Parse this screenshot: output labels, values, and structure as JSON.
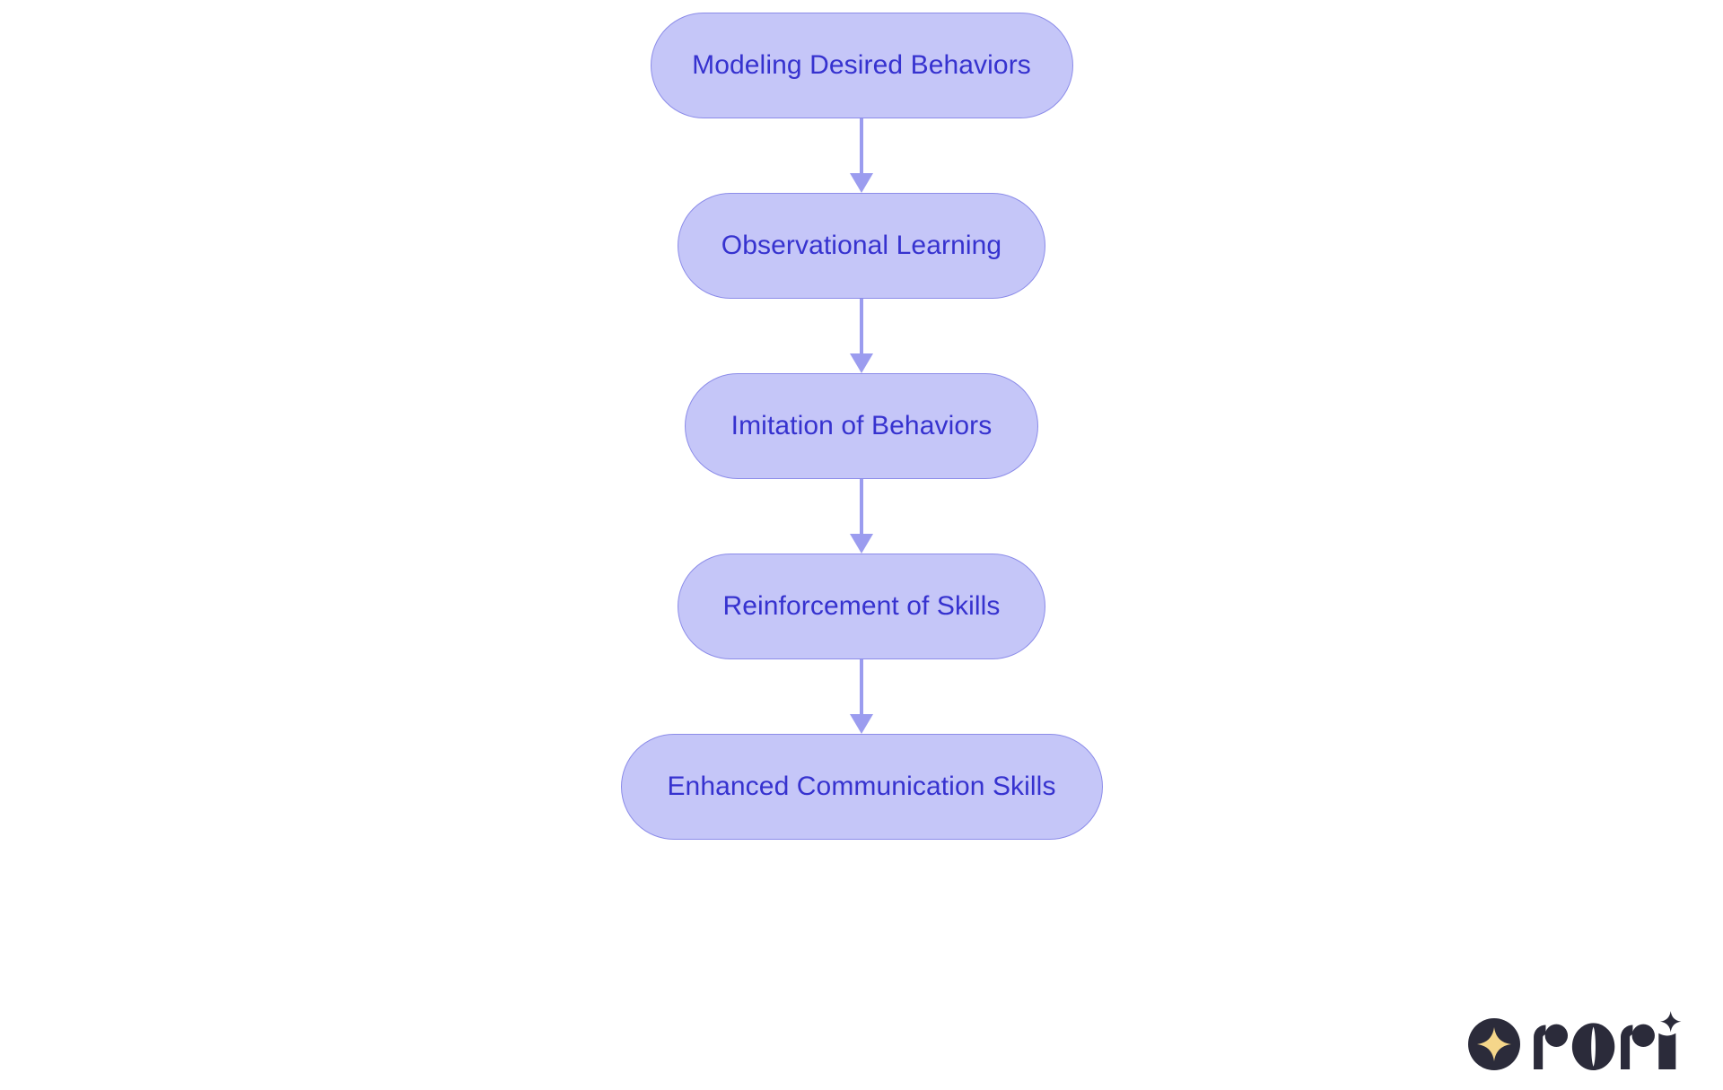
{
  "diagram": {
    "type": "flowchart",
    "orientation": "vertical-top-to-bottom",
    "title": "",
    "background_color": "#ffffff",
    "node_fill_color": "#c5c6f8",
    "node_border_color": "#8c8ce9",
    "node_text_color": "#3632cf",
    "arrow_color": "#9b9cef",
    "nodes": [
      {
        "id": "n1",
        "label": "Modeling Desired Behaviors",
        "shape": "pill"
      },
      {
        "id": "n2",
        "label": "Observational Learning",
        "shape": "pill"
      },
      {
        "id": "n3",
        "label": "Imitation of Behaviors",
        "shape": "pill"
      },
      {
        "id": "n4",
        "label": "Reinforcement of Skills",
        "shape": "pill"
      },
      {
        "id": "n5",
        "label": "Enhanced Communication Skills",
        "shape": "pill"
      }
    ],
    "edges": [
      {
        "from": "n1",
        "to": "n2",
        "label": "",
        "arrowhead": "triangle-down"
      },
      {
        "from": "n2",
        "to": "n3",
        "label": "",
        "arrowhead": "triangle-down"
      },
      {
        "from": "n3",
        "to": "n4",
        "label": "",
        "arrowhead": "triangle-down"
      },
      {
        "from": "n4",
        "to": "n5",
        "label": "",
        "arrowhead": "triangle-down"
      }
    ]
  },
  "branding": {
    "name": "rori",
    "mark_icon": "four-point-star-icon",
    "mark_circle_color": "#2b2b3a",
    "mark_star_color": "#f5d68a",
    "wordmark_color": "#2b2b3a"
  }
}
